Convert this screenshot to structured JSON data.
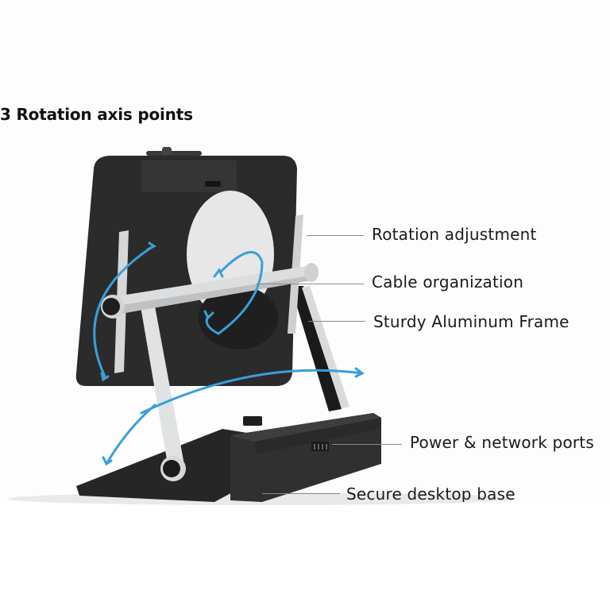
{
  "heading": "3 Rotation axis points",
  "callouts": [
    {
      "label": "Rotation adjustment"
    },
    {
      "label": "Cable organization"
    },
    {
      "label": "Sturdy Aluminum Frame"
    },
    {
      "label": "Power & network ports"
    },
    {
      "label": "Secure desktop base"
    }
  ],
  "colors": {
    "arrow": "#3a9fd8",
    "tablet_body": "#2b2b2b",
    "frame_silver": "#d9dadb",
    "base": "#2e2e2e",
    "text": "#1a1a1a",
    "leader_line": "#8a8a8a"
  }
}
